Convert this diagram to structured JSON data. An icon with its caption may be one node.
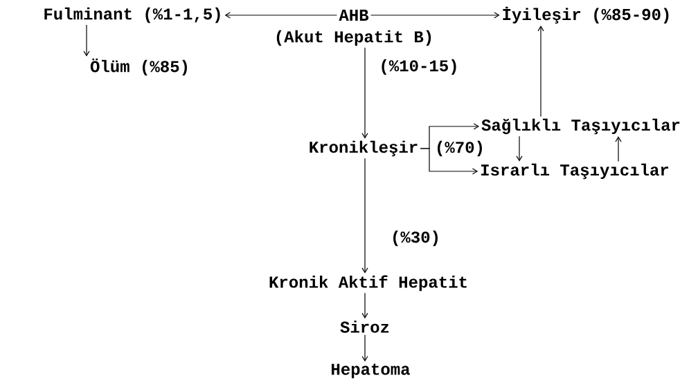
{
  "diagram": {
    "nodes": [
      {
        "text": [
          "Fulminant (%1-1,5)"
        ]
      },
      {
        "text": [
          "AHB",
          "(Akut Hepatit B)"
        ]
      },
      {
        "text": [
          "İyileşir (%85-90)"
        ]
      },
      {
        "text": [
          "Ölüm (%85)"
        ]
      },
      {
        "text": [
          "Kronikleşir"
        ]
      },
      {
        "text": [
          "Sağlıklı Taşıyıcılar"
        ]
      },
      {
        "text": [
          "Israrlı Taşıyıcılar"
        ]
      },
      {
        "text": [
          "Kronik Aktif Hepatit"
        ]
      },
      {
        "text": [
          "Siroz"
        ]
      },
      {
        "text": [
          "Hepatoma"
        ]
      }
    ],
    "edges": [
      {
        "from": 1,
        "to": 0,
        "arrow": "to"
      },
      {
        "from": 1,
        "to": 2,
        "arrow": "to"
      },
      {
        "from": 0,
        "to": 3,
        "arrow": "to"
      },
      {
        "from": 1,
        "to": 4,
        "arrow": "to",
        "label": "(%10-15)"
      },
      {
        "from": 4,
        "to": 5,
        "arrow": "to"
      },
      {
        "from": 4,
        "to": 6,
        "arrow": "to",
        "label": "(%70)"
      },
      {
        "from": 5,
        "to": 6,
        "arrow": "to"
      },
      {
        "from": 6,
        "to": 5,
        "arrow": "to"
      },
      {
        "from": 5,
        "to": 2,
        "arrow": "to"
      },
      {
        "from": 4,
        "to": 7,
        "arrow": "to",
        "label": "(%30)"
      },
      {
        "from": 7,
        "to": 8,
        "arrow": "to"
      },
      {
        "from": 8,
        "to": 9,
        "arrow": "to"
      }
    ]
  }
}
